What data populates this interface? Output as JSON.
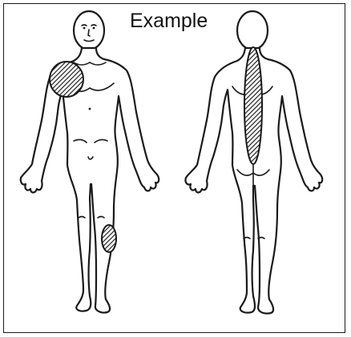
{
  "caption": "Example",
  "figures": {
    "front": {
      "view": "anterior",
      "marked_regions": [
        "right-shoulder-chest",
        "left-lower-leg"
      ]
    },
    "back": {
      "view": "posterior",
      "marked_regions": [
        "spine"
      ]
    }
  },
  "colors": {
    "ink": "#1a1a1a",
    "hatch_fill": "#444444",
    "background": "#ffffff"
  }
}
